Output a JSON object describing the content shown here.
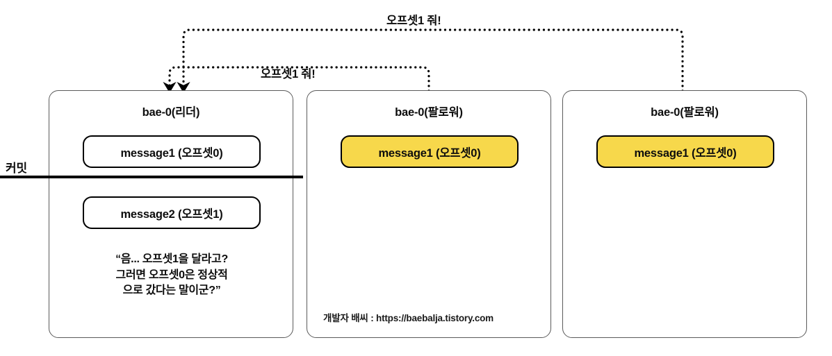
{
  "diagram": {
    "title": "Kafka replica offset fetch diagram",
    "colors": {
      "highlight": "#F7D84B",
      "stroke": "#000000",
      "box_border": "#5a5a5a",
      "text": "#0d0d0d"
    }
  },
  "arrow_labels": [
    {
      "text": "오프셋1 줘!"
    },
    {
      "text": "오프셋1 줘!"
    }
  ],
  "commit": {
    "label": "커밋"
  },
  "brokers": [
    {
      "title": "bae-0(리더)",
      "messages": [
        {
          "text": "message1 (오프셋0)",
          "highlighted": false
        },
        {
          "text": "message2 (오프셋1)",
          "highlighted": false
        }
      ],
      "quote_lines": [
        "“음... 오프셋1을 달라고?",
        "그러면 오프셋0은 정상적",
        "으로 갔다는 말이군?”"
      ]
    },
    {
      "title": "bae-0(팔로워)",
      "messages": [
        {
          "text": "message1 (오프셋0)",
          "highlighted": true
        }
      ]
    },
    {
      "title": "bae-0(팔로워)",
      "messages": [
        {
          "text": "message1 (오프셋0)",
          "highlighted": true
        }
      ]
    }
  ],
  "credit": {
    "text": "개발자 배씨 : https://baebalja.tistory.com"
  }
}
